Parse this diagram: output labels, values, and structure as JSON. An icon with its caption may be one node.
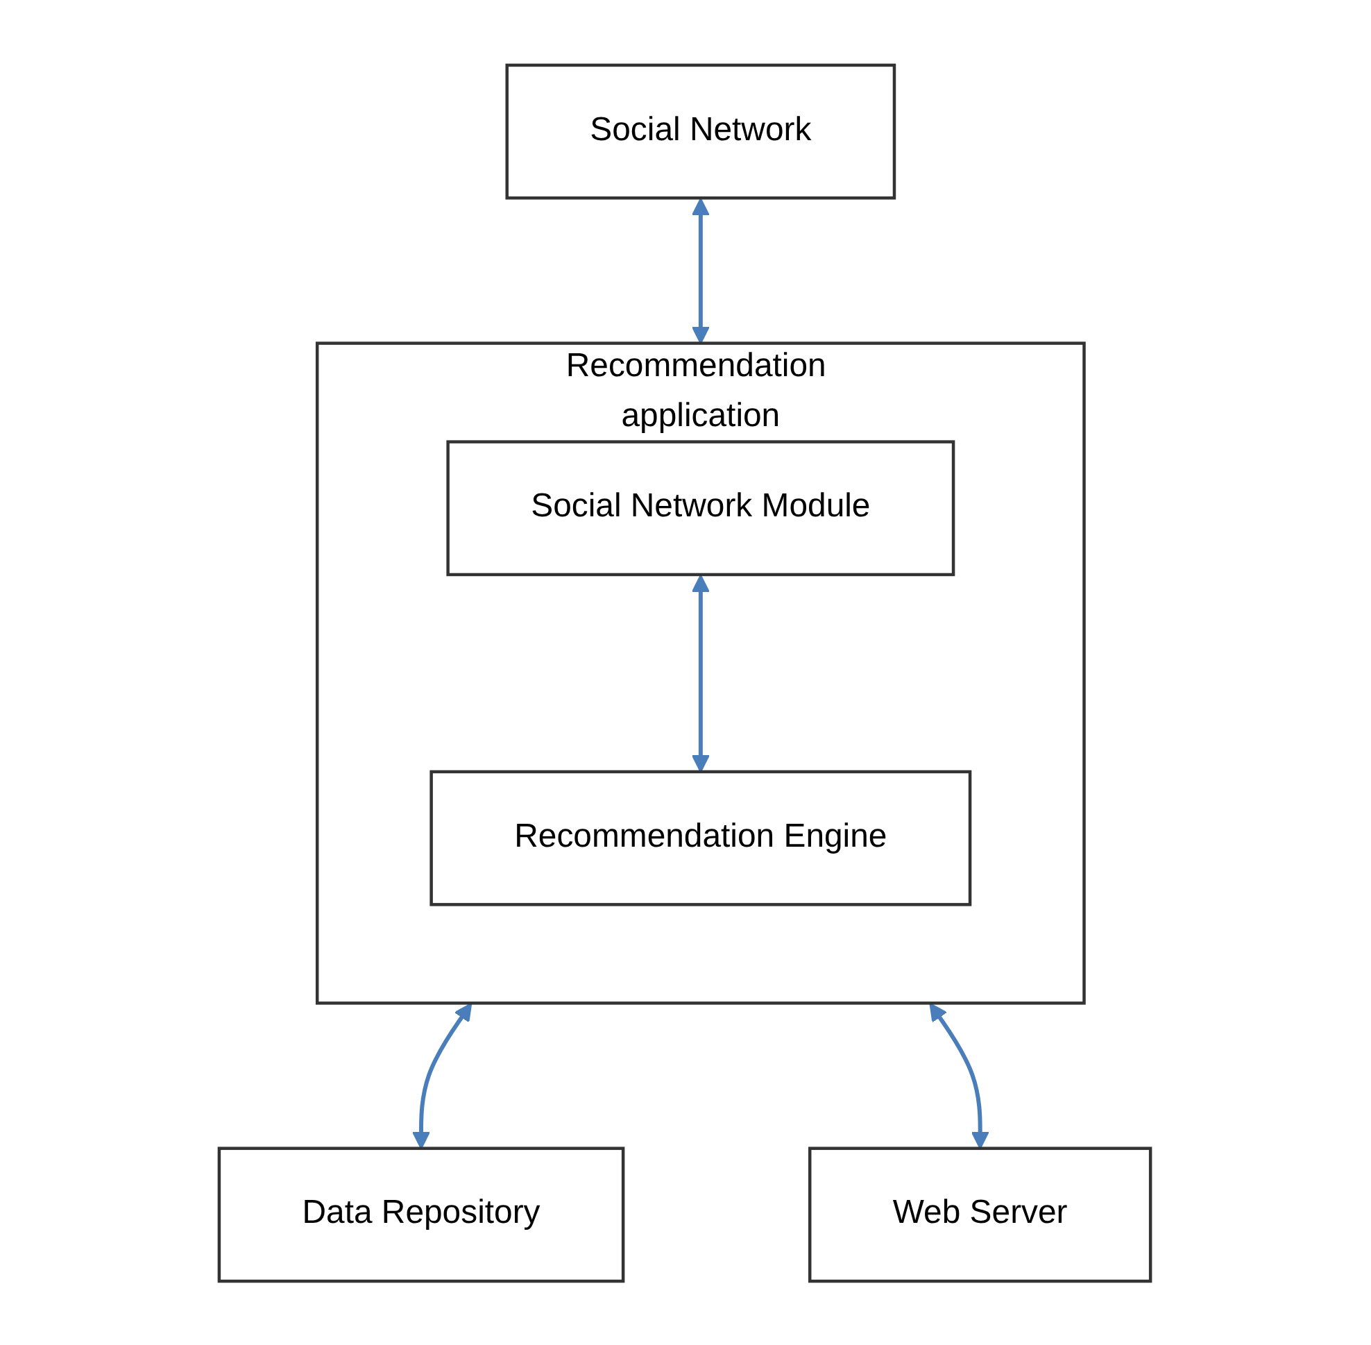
{
  "diagram": {
    "nodes": [
      {
        "text": [
          "Social Network"
        ]
      },
      {
        "text": [
          "Recommendation application"
        ]
      },
      {
        "text": [
          "Social Network Module"
        ],
        "in": 1
      },
      {
        "text": [
          "Recommendation Engine"
        ],
        "in": 1
      },
      {
        "text": [
          "Data Repository"
        ]
      },
      {
        "text": [
          "Web Server"
        ]
      }
    ],
    "edges": [
      {
        "from": 0,
        "to": 1,
        "arrow": "both"
      },
      {
        "from": 2,
        "to": 3,
        "arrow": "both"
      },
      {
        "from": 1,
        "to": 4,
        "arrow": "both"
      },
      {
        "from": 1,
        "to": 5,
        "arrow": "both"
      }
    ]
  }
}
